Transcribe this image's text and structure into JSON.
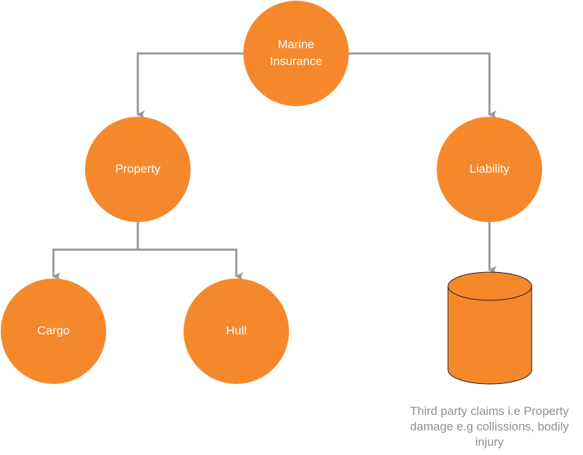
{
  "diagram": {
    "title": "Marine Insurance",
    "colors": {
      "node_fill": "#f6882c",
      "edge": "#999999",
      "label": "#ffffff",
      "note": "#8f8f8f",
      "outline": "#1a1a1a"
    },
    "nodes": [
      {
        "id": "marine",
        "label_lines": [
          "Marine",
          "Insurance"
        ],
        "shape": "circle"
      },
      {
        "id": "property",
        "label_lines": [
          "Property"
        ],
        "shape": "circle"
      },
      {
        "id": "liability",
        "label_lines": [
          "Liability"
        ],
        "shape": "circle"
      },
      {
        "id": "cargo",
        "label_lines": [
          "Cargo"
        ],
        "shape": "circle"
      },
      {
        "id": "hull",
        "label_lines": [
          "Hull"
        ],
        "shape": "circle"
      },
      {
        "id": "claims-store",
        "label_lines": [],
        "shape": "cylinder"
      }
    ],
    "edges": [
      {
        "from": "marine",
        "to": "property"
      },
      {
        "from": "marine",
        "to": "liability"
      },
      {
        "from": "property",
        "to": "cargo"
      },
      {
        "from": "property",
        "to": "hull"
      },
      {
        "from": "liability",
        "to": "claims-store"
      }
    ],
    "note": {
      "lines": [
        "Third party claims i.e Property",
        "damage e.g collissions, bodily",
        "injury"
      ]
    }
  }
}
